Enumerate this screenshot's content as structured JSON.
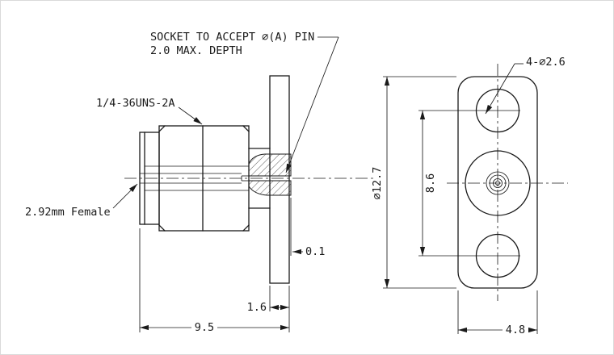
{
  "drawing": {
    "note": {
      "line1": "SOCKET TO ACCEPT ∅(A) PIN",
      "line2": "2.0 MAX. DEPTH"
    },
    "labels": {
      "thread_spec": "1/4-36UNS-2A",
      "connector_type": "2.92mm Female",
      "mounting_holes": "4-∅2.6"
    },
    "dimensions": {
      "boss_offset": "0.1",
      "flange_thickness": "1.6",
      "overall_length": "9.5",
      "flange_height": "∅12.7",
      "hole_spacing": "8.6",
      "flange_width": "4.8"
    },
    "colors": {
      "ink": "#1a1a1a",
      "paper": "#ffffff"
    }
  }
}
